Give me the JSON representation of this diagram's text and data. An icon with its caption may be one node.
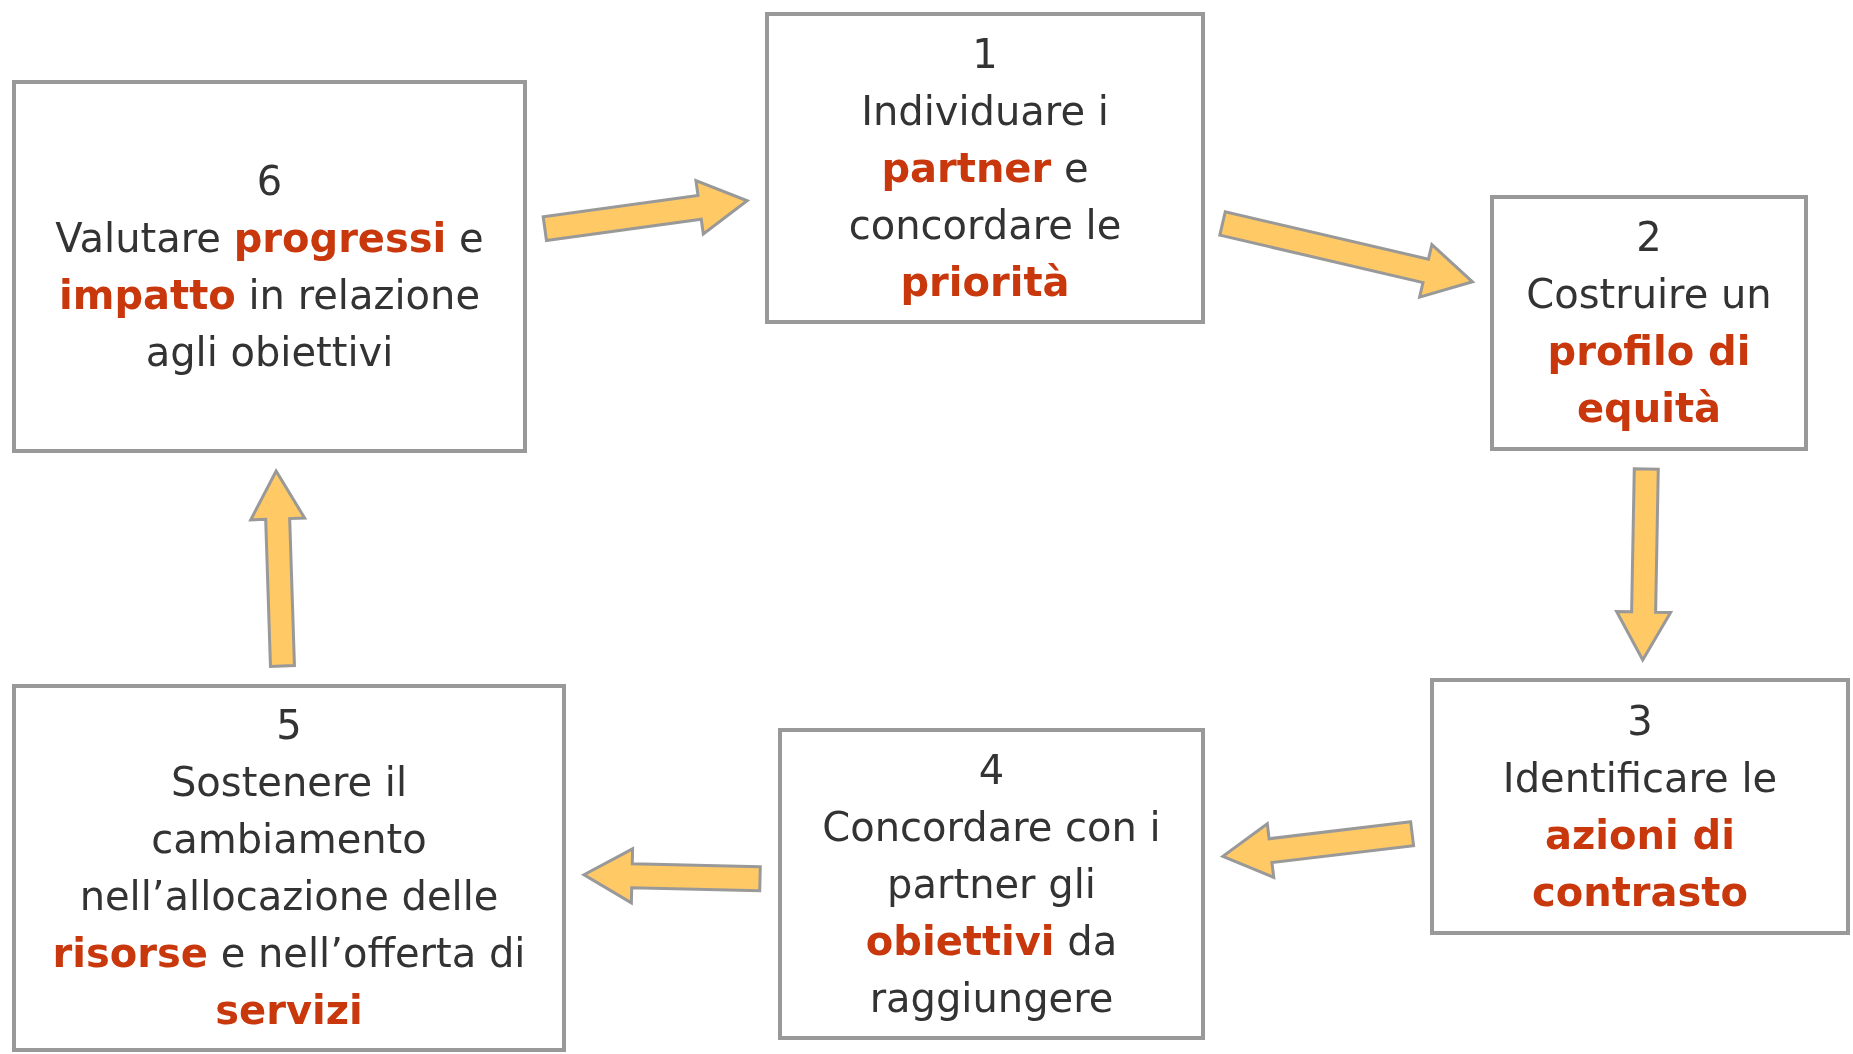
{
  "diagram": {
    "nodes": [
      {
        "text": [
          "1",
          "Individuare i **partner** e concordare le **priorità**"
        ]
      },
      {
        "text": [
          "2",
          "Costruire un **profilo di equità**"
        ]
      },
      {
        "text": [
          "3",
          "Identificare le **azioni di contrasto**"
        ]
      },
      {
        "text": [
          "4",
          "Concordare con i partner gli **obiettivi** da raggiungere"
        ]
      },
      {
        "text": [
          "5",
          "Sostenere il cambiamento nell’allocazione delle **risorse** e nell’offerta di **servizi**"
        ]
      },
      {
        "text": [
          "6",
          "Valutare **progressi** e **impatto** in relazione agli obiettivi"
        ]
      }
    ],
    "edges": [
      {
        "from": 0,
        "to": 1,
        "arrow": "to"
      },
      {
        "from": 1,
        "to": 2,
        "arrow": "to"
      },
      {
        "from": 2,
        "to": 3,
        "arrow": "to"
      },
      {
        "from": 3,
        "to": 4,
        "arrow": "to"
      },
      {
        "from": 4,
        "to": 5,
        "arrow": "to"
      },
      {
        "from": 5,
        "to": 0,
        "arrow": "to"
      }
    ]
  }
}
